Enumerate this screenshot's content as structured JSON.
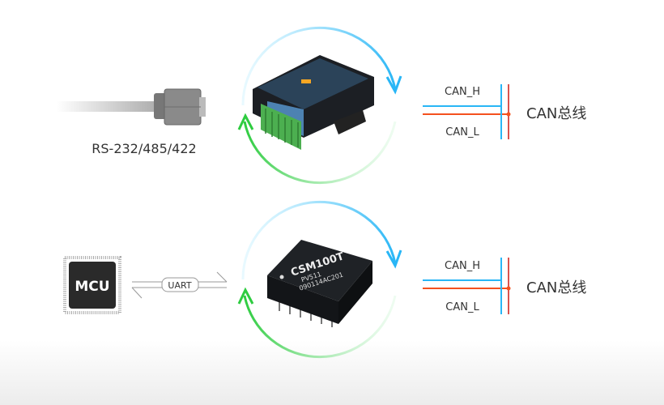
{
  "top_row": {
    "interface_label": "RS-232/485/422",
    "can_h": "CAN_H",
    "can_l": "CAN_L",
    "bus_label": "CAN总线"
  },
  "bottom_row": {
    "mcu_label": "MCU",
    "uart_label": "UART",
    "module_name": "CSM100T",
    "module_line2": "PV511",
    "module_line3": "090114AC201",
    "can_h": "CAN_H",
    "can_l": "CAN_L",
    "bus_label": "CAN总线"
  },
  "colors": {
    "can_h": "#29b6f6",
    "can_l": "#f4511e",
    "arrow_top": "#40c4ff",
    "arrow_bottom": "#4cd964"
  }
}
